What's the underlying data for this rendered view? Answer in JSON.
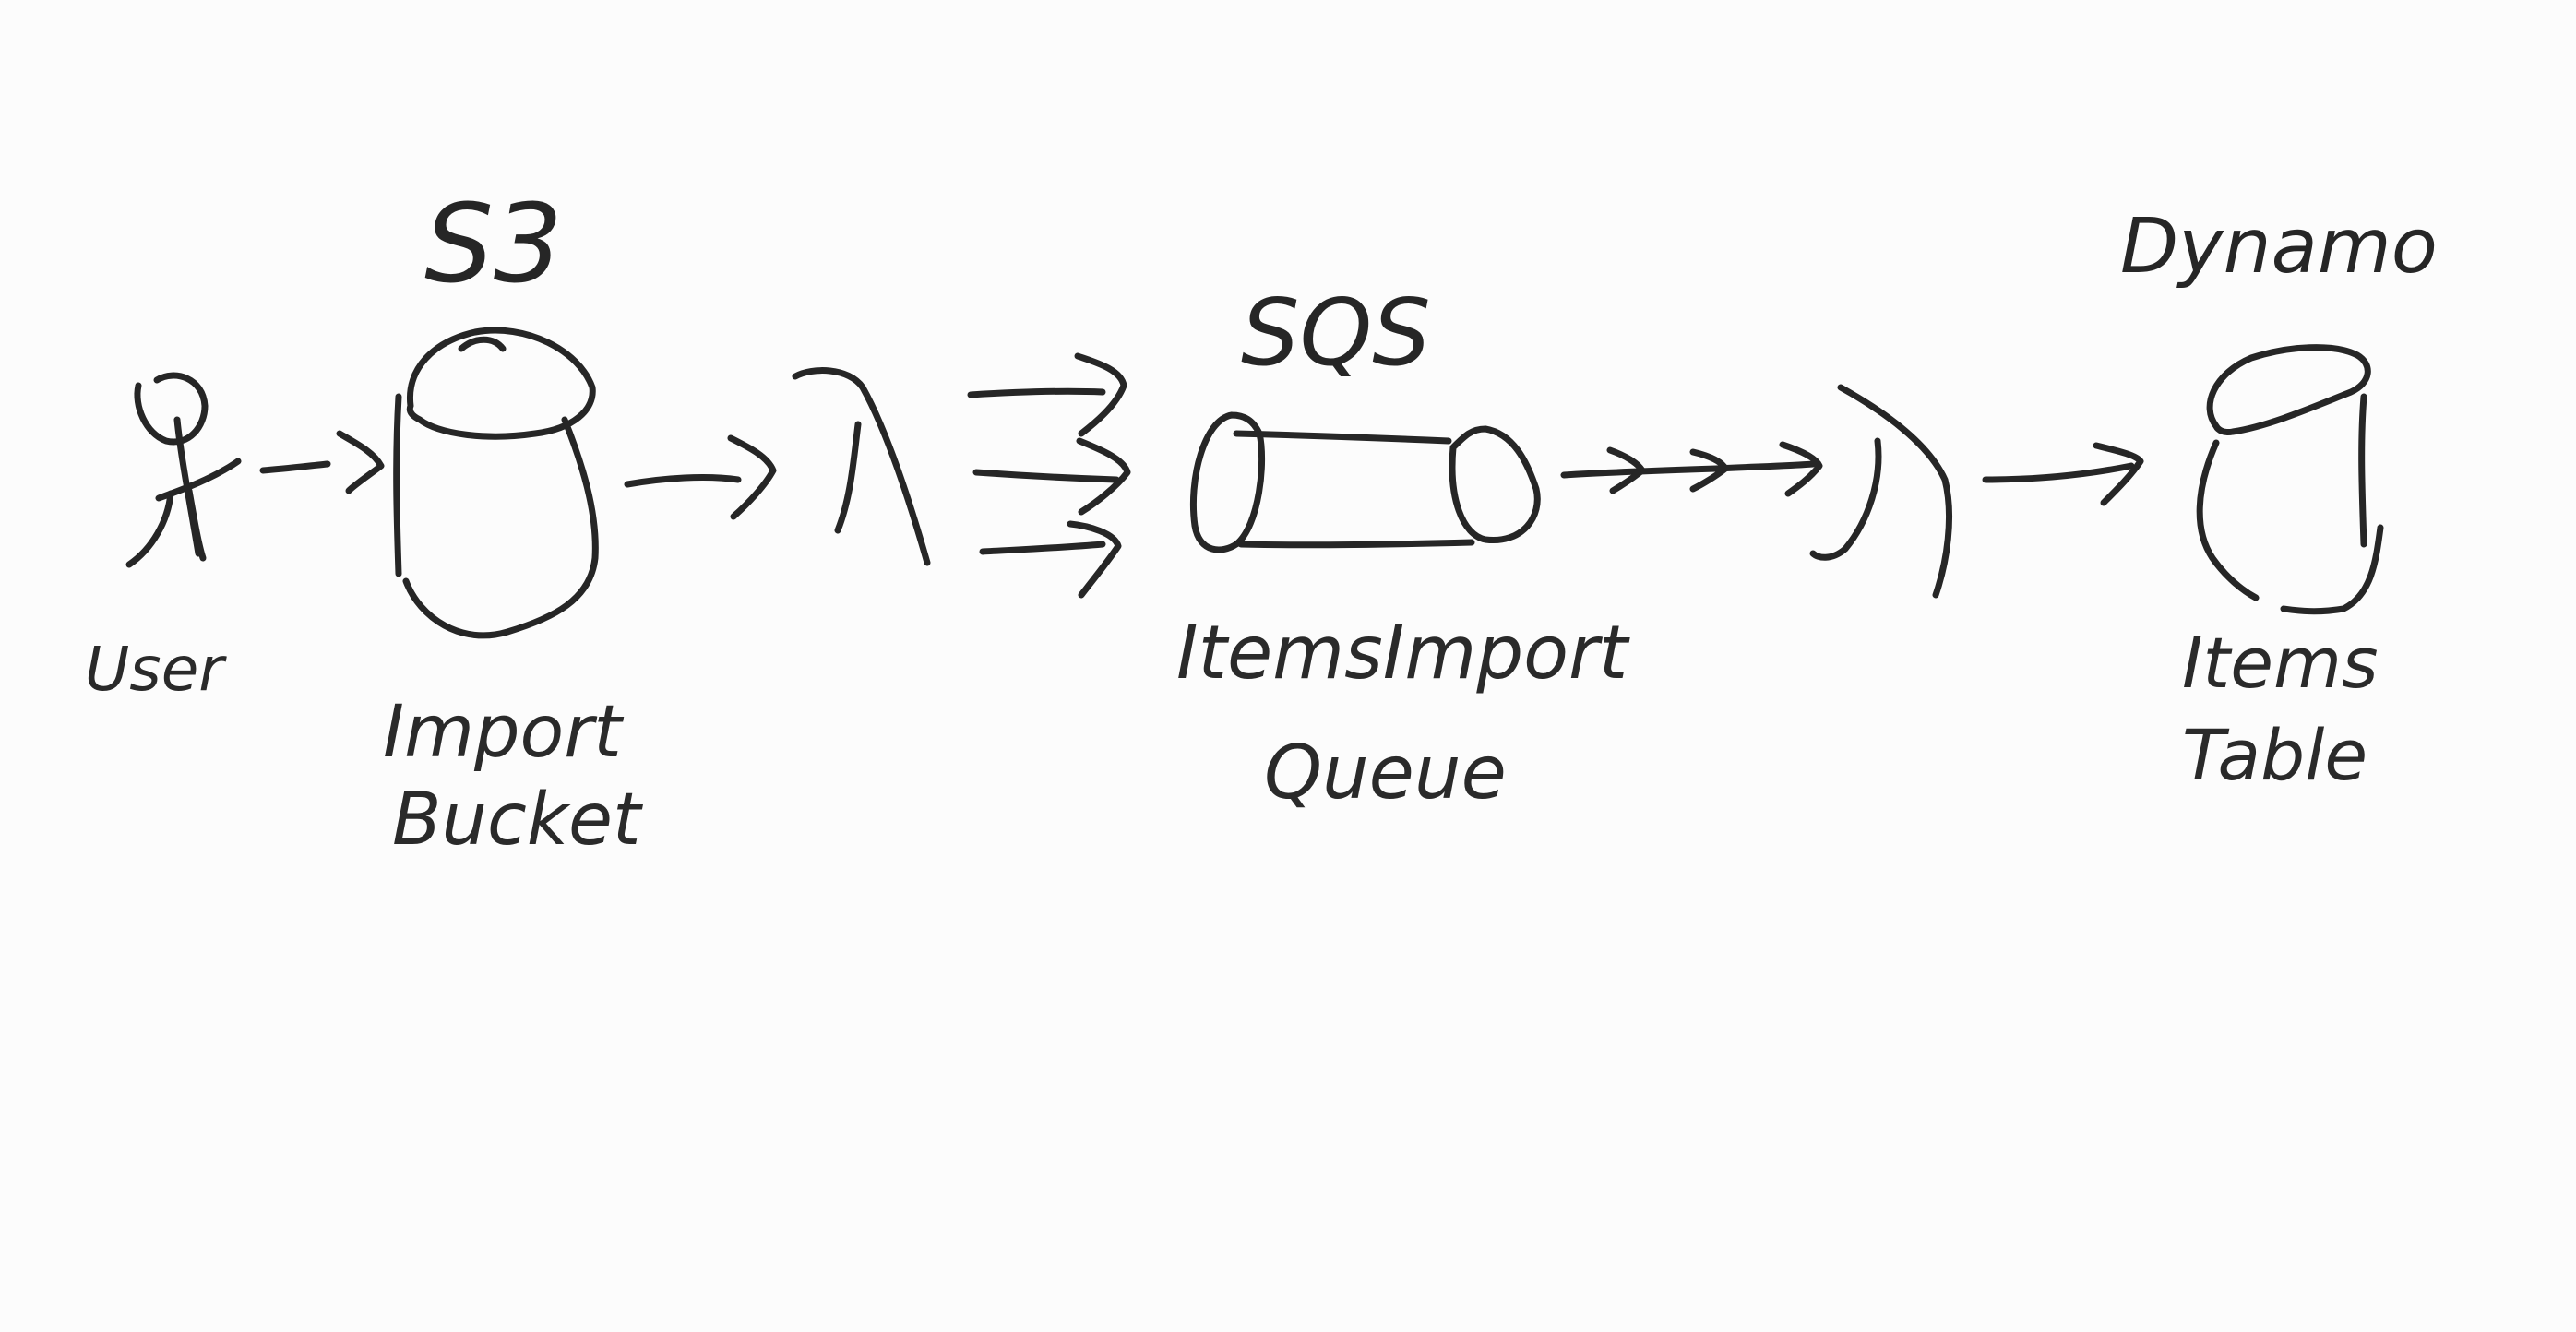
{
  "diagram": {
    "ink_color": "#262626",
    "background": "#fcfcfc",
    "nodes": {
      "user": {
        "label": "User",
        "icon": "stick-figure-icon"
      },
      "s3": {
        "service": "S3",
        "label_line1": "Import",
        "label_line2": "Bucket",
        "icon": "bucket-cylinder-icon"
      },
      "lambda1": {
        "icon": "lambda-icon"
      },
      "sqs": {
        "service": "SQS",
        "label_line1": "ItemsImport",
        "label_line2": "Queue",
        "icon": "queue-cylinder-icon"
      },
      "lambda2": {
        "icon": "lambda-icon"
      },
      "dynamo": {
        "service": "Dynamo",
        "label_line1": "Items",
        "label_line2": "Table",
        "icon": "table-cylinder-icon"
      }
    },
    "edges": [
      {
        "from": "user",
        "to": "s3",
        "style": "single-arrow"
      },
      {
        "from": "s3",
        "to": "lambda1",
        "style": "single-arrow"
      },
      {
        "from": "lambda1",
        "to": "sqs",
        "style": "fan-out-three-arrows"
      },
      {
        "from": "sqs",
        "to": "lambda2",
        "style": "multi-chevron-arrow"
      },
      {
        "from": "lambda2",
        "to": "dynamo",
        "style": "single-arrow"
      }
    ]
  }
}
